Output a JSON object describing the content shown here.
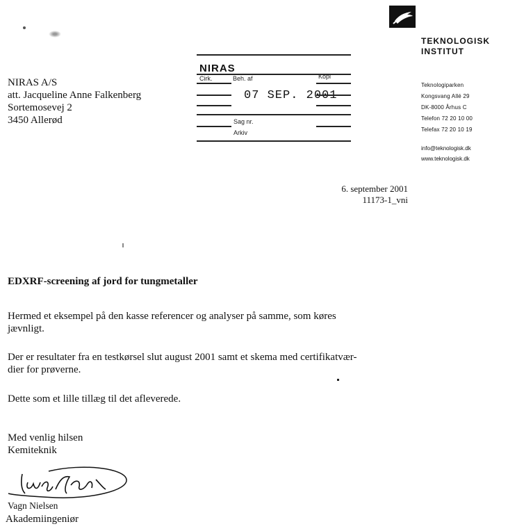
{
  "org": {
    "name_line1": "TEKNOLOGISK",
    "name_line2": "INSTITUT",
    "info": [
      "Teknologiparken",
      "Kongsvang Allé 29",
      "DK-8000 Århus C",
      "Telefon 72 20 10 00",
      "Telefax 72 20 10 19"
    ],
    "email": "info@teknologisk.dk",
    "web": "www.teknologisk.dk"
  },
  "recipient": [
    "NIRAS A/S",
    "att. Jacqueline Anne Falkenberg",
    "Sortemosevej 2",
    "3450  Allerød"
  ],
  "stamp": {
    "brand": "NIRAS",
    "cirk": "Cirk.",
    "beh": "Beh. af",
    "kopi": "Kopi",
    "date": "07 SEP. 2001",
    "sag": "Sag nr.",
    "arkiv": "Arkiv"
  },
  "letter": {
    "date": "6. september 2001",
    "ref": "11173-1_vni",
    "subject": "EDXRF-screening af jord for tungmetaller",
    "para1_a": "Hermed et eksempel på den kasse referencer og analyser på samme, som køres",
    "para1_b": "jævnligt.",
    "para2_a": "Der er resultater fra en testkørsel slut august 2001 samt et skema med certifikatvær-",
    "para2_b": "dier for prøverne.",
    "para3": "Dette som et lille tillæg til det afleverede.",
    "closing1": "Med venlig hilsen",
    "closing2": "Kemiteknik",
    "signer": "Vagn Nielsen",
    "signer_title": "Akademiingeniør"
  }
}
